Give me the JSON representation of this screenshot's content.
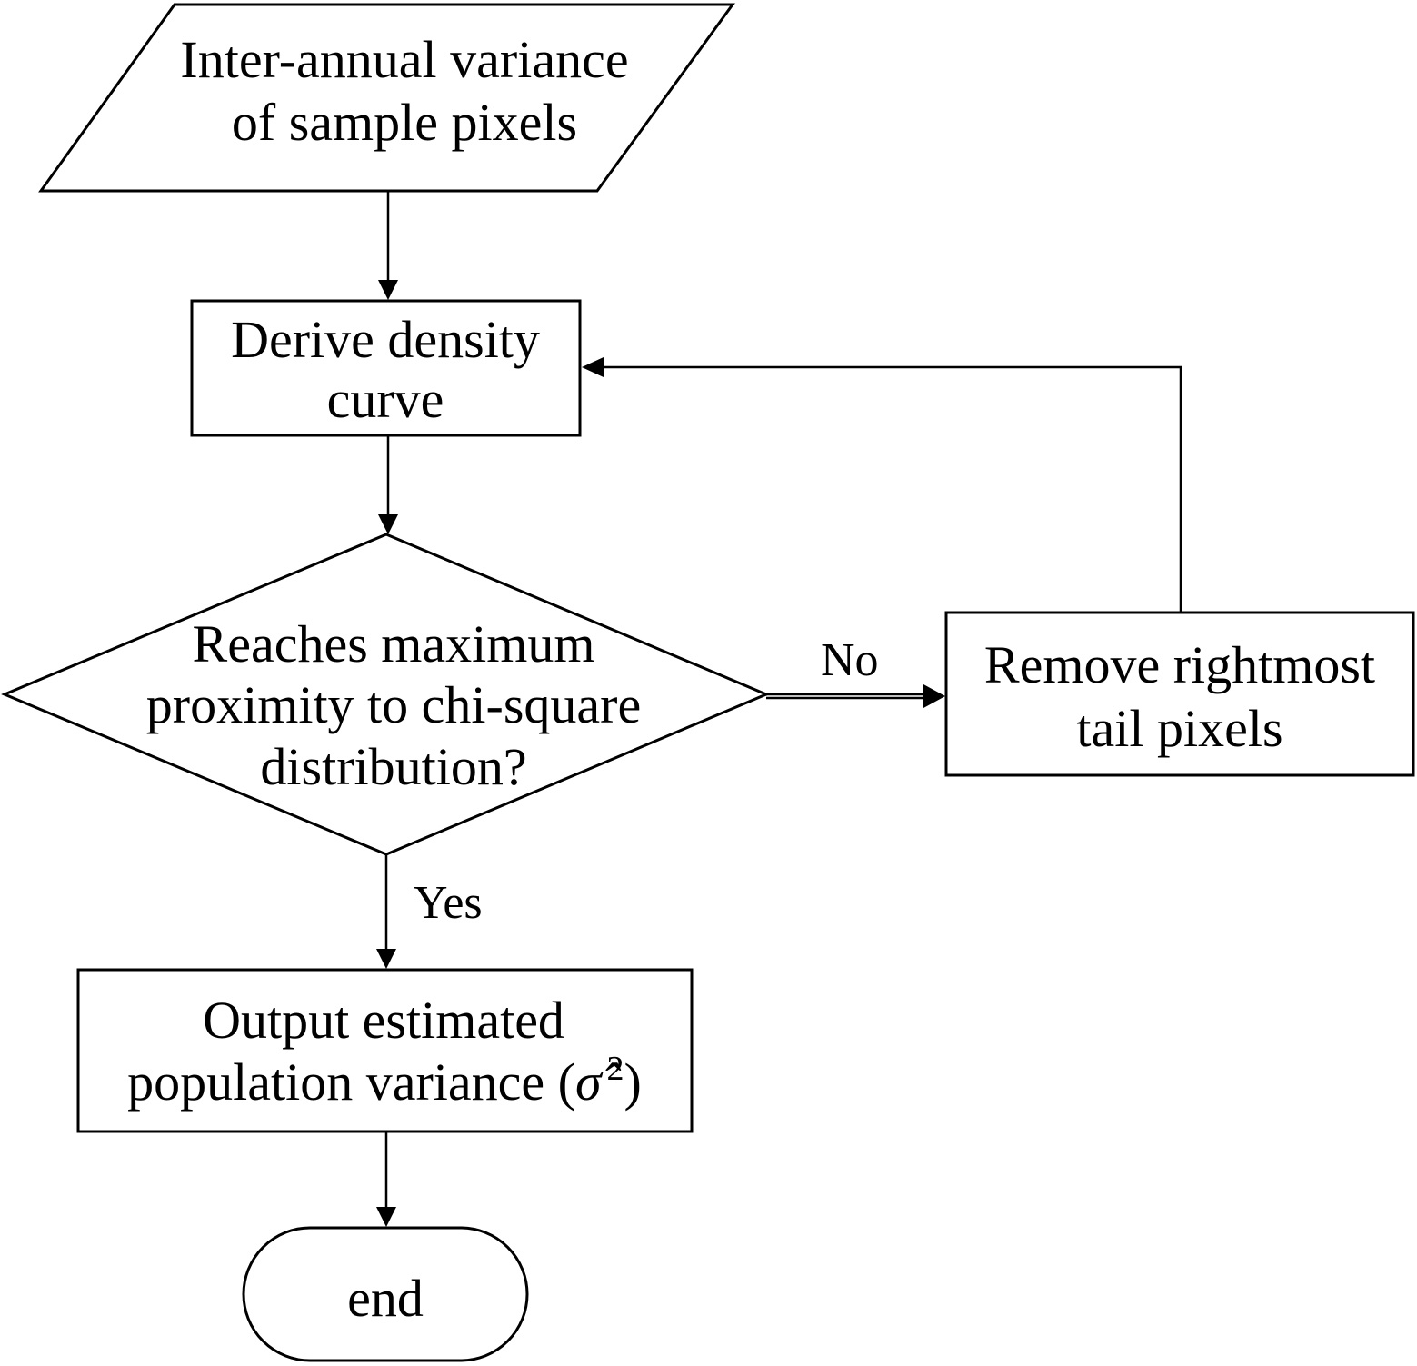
{
  "nodes": {
    "input": {
      "shape": "parallelogram",
      "lines": [
        "Inter-annual variance",
        "of  sample pixels"
      ]
    },
    "derive": {
      "shape": "rectangle",
      "lines": [
        "Derive density",
        "curve"
      ]
    },
    "decision": {
      "shape": "diamond",
      "lines": [
        "Reaches maximum",
        "proximity to chi-square",
        "distribution?"
      ]
    },
    "remove": {
      "shape": "rectangle",
      "lines": [
        "Remove rightmost",
        "tail  pixels"
      ]
    },
    "output": {
      "shape": "rectangle",
      "line1": "Output estimated",
      "line2_prefix": "population variance (",
      "line2_symbol": "σ̂",
      "line2_exponent": "2",
      "line2_suffix": ")"
    },
    "end": {
      "shape": "terminator",
      "label": "end"
    }
  },
  "edges": {
    "no_label": "No",
    "yes_label": "Yes"
  }
}
